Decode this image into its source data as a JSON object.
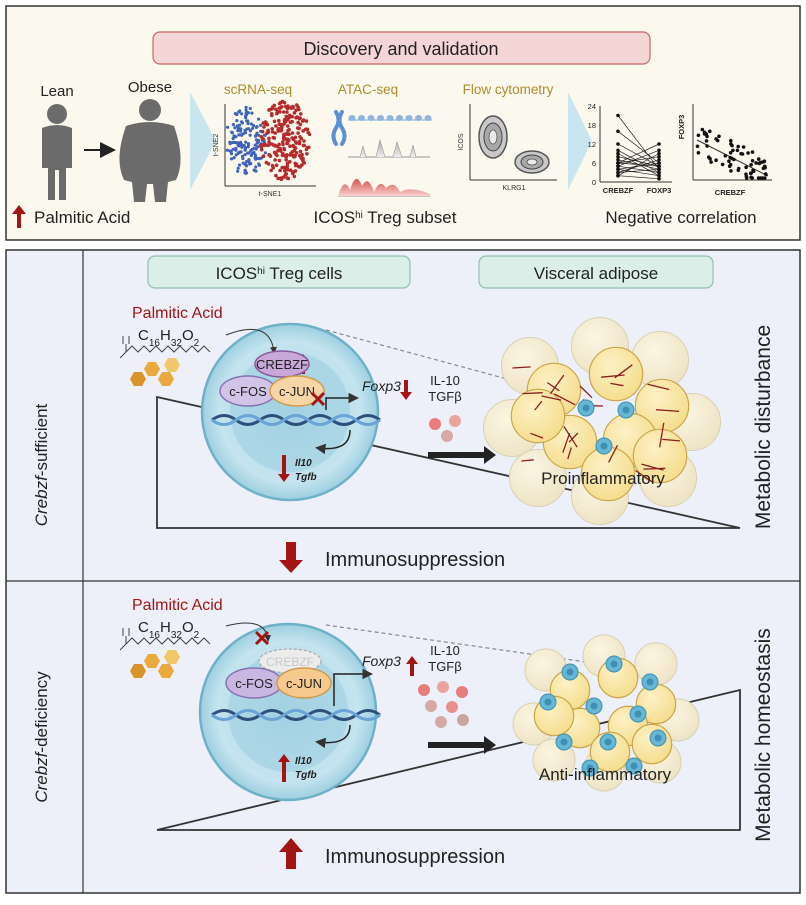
{
  "top": {
    "banner": "Discovery and validation",
    "lean": "Lean",
    "obese": "Obese",
    "palmitic": "Palmitic Acid",
    "scrna": "scRNA-seq",
    "tsne2": "t-SNE2",
    "tsne1": "t-SNE1",
    "atac": "ATAC-seq",
    "flow": "Flow cytometry",
    "icos_axis": "ICOS",
    "klrg1_axis": "KLRG1",
    "subset_pre": "ICOS",
    "subset_sup": "hi",
    "subset_post": " Treg subset",
    "neg_corr": "Negative correlation",
    "paired_ticks": [
      "24",
      "18",
      "12",
      "6",
      "0"
    ],
    "paired_x": [
      "CREBZF",
      "FOXP3"
    ],
    "scatter_y": "FOXP3",
    "scatter_x": "CREBZF"
  },
  "middle": {
    "treg_pre": "ICOS",
    "treg_sup": "hi",
    "treg_post": " Treg cells",
    "adipose": "Visceral adipose",
    "side_label_it": "Crebzf",
    "side_label_rest": "-sufficient",
    "palmitic": "Palmitic Acid",
    "formula": [
      "C",
      "16",
      "H",
      "32",
      "O",
      "2"
    ],
    "crebzf": "CREBZF",
    "cfos": "c-FOS",
    "cjun": "c-JUN",
    "foxp3": "Foxp3",
    "il10": "Il10",
    "tgfb": "Tgfb",
    "cytokine1": "IL-10",
    "cytokine2": "TGFβ",
    "state": "Proinflammatory",
    "right_label": "Metabolic disturbance",
    "immuno": "Immunosuppression"
  },
  "bottom": {
    "side_label_it": "Crebzf",
    "side_label_rest": "-deficiency",
    "palmitic": "Palmitic Acid",
    "formula": [
      "C",
      "16",
      "H",
      "32",
      "O",
      "2"
    ],
    "crebzf": "CREBZF",
    "cfos": "c-FOS",
    "cjun": "c-JUN",
    "foxp3": "Foxp3",
    "il10": "Il10",
    "tgfb": "Tgfb",
    "cytokine1": "IL-10",
    "cytokine2": "TGFβ",
    "state": "Anti-inflammatory",
    "right_label": "Metabolic homeostasis",
    "immuno": "Immunosuppression"
  },
  "colors": {
    "red": "#a31515",
    "banner": "#f4d6d6",
    "teal_box": "#dbeee8",
    "top_bg": "#fbf8ee",
    "panel_bg": "#edf0f8",
    "cell": "#bfe2ee",
    "fat": "#fbe7a6"
  }
}
